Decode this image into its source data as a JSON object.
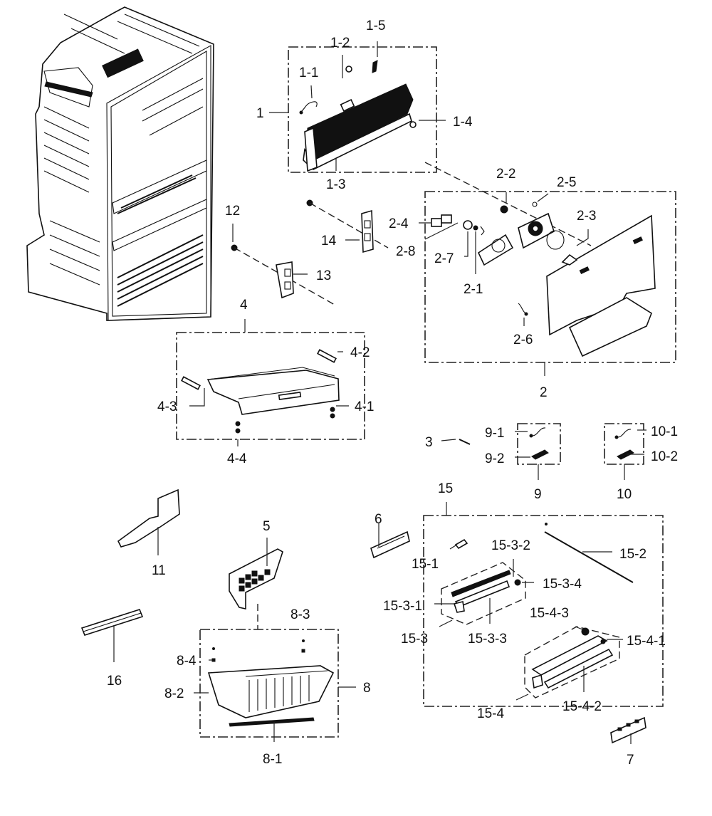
{
  "diagram": {
    "type": "exploded-parts-diagram",
    "subject": "Refrigerator cabinet / freezer drawer assembly",
    "groups": [
      {
        "id": "1",
        "label": "1",
        "children": [
          "1-1",
          "1-2",
          "1-3",
          "1-4",
          "1-5"
        ]
      },
      {
        "id": "2",
        "label": "2",
        "children": [
          "2-1",
          "2-2",
          "2-3",
          "2-4",
          "2-5",
          "2-6",
          "2-7",
          "2-8"
        ]
      },
      {
        "id": "4",
        "label": "4",
        "children": [
          "4-1",
          "4-2",
          "4-3",
          "4-4"
        ]
      },
      {
        "id": "8",
        "label": "8",
        "children": [
          "8-1",
          "8-2",
          "8-3",
          "8-4"
        ]
      },
      {
        "id": "9",
        "label": "9",
        "children": [
          "9-1",
          "9-2"
        ]
      },
      {
        "id": "10",
        "label": "10",
        "children": [
          "10-1",
          "10-2"
        ]
      },
      {
        "id": "15",
        "label": "15",
        "children": [
          "15-1",
          "15-2",
          "15-3",
          "15-4"
        ]
      },
      {
        "id": "15-3",
        "label": "15-3",
        "children": [
          "15-3-1",
          "15-3-2",
          "15-3-3",
          "15-3-4"
        ]
      },
      {
        "id": "15-4",
        "label": "15-4",
        "children": [
          "15-4-1",
          "15-4-2",
          "15-4-3"
        ]
      }
    ],
    "labels": {
      "l1": "1",
      "l1_1": "1-1",
      "l1_2": "1-2",
      "l1_3": "1-3",
      "l1_4": "1-4",
      "l1_5": "1-5",
      "l2": "2",
      "l2_1": "2-1",
      "l2_2": "2-2",
      "l2_3": "2-3",
      "l2_4": "2-4",
      "l2_5": "2-5",
      "l2_6": "2-6",
      "l2_7": "2-7",
      "l2_8": "2-8",
      "l3": "3",
      "l4": "4",
      "l4_1": "4-1",
      "l4_2": "4-2",
      "l4_3": "4-3",
      "l4_4": "4-4",
      "l5": "5",
      "l6": "6",
      "l7": "7",
      "l8": "8",
      "l8_1": "8-1",
      "l8_2": "8-2",
      "l8_3": "8-3",
      "l8_4": "8-4",
      "l9": "9",
      "l9_1": "9-1",
      "l9_2": "9-2",
      "l10": "10",
      "l10_1": "10-1",
      "l10_2": "10-2",
      "l11": "11",
      "l12": "12",
      "l13": "13",
      "l14": "14",
      "l15": "15",
      "l15_1": "15-1",
      "l15_2": "15-2",
      "l15_3": "15-3",
      "l15_3_1": "15-3-1",
      "l15_3_2": "15-3-2",
      "l15_3_3": "15-3-3",
      "l15_3_4": "15-3-4",
      "l15_4": "15-4",
      "l15_4_1": "15-4-1",
      "l15_4_2": "15-4-2",
      "l15_4_3": "15-4-3",
      "l16": "16"
    }
  }
}
